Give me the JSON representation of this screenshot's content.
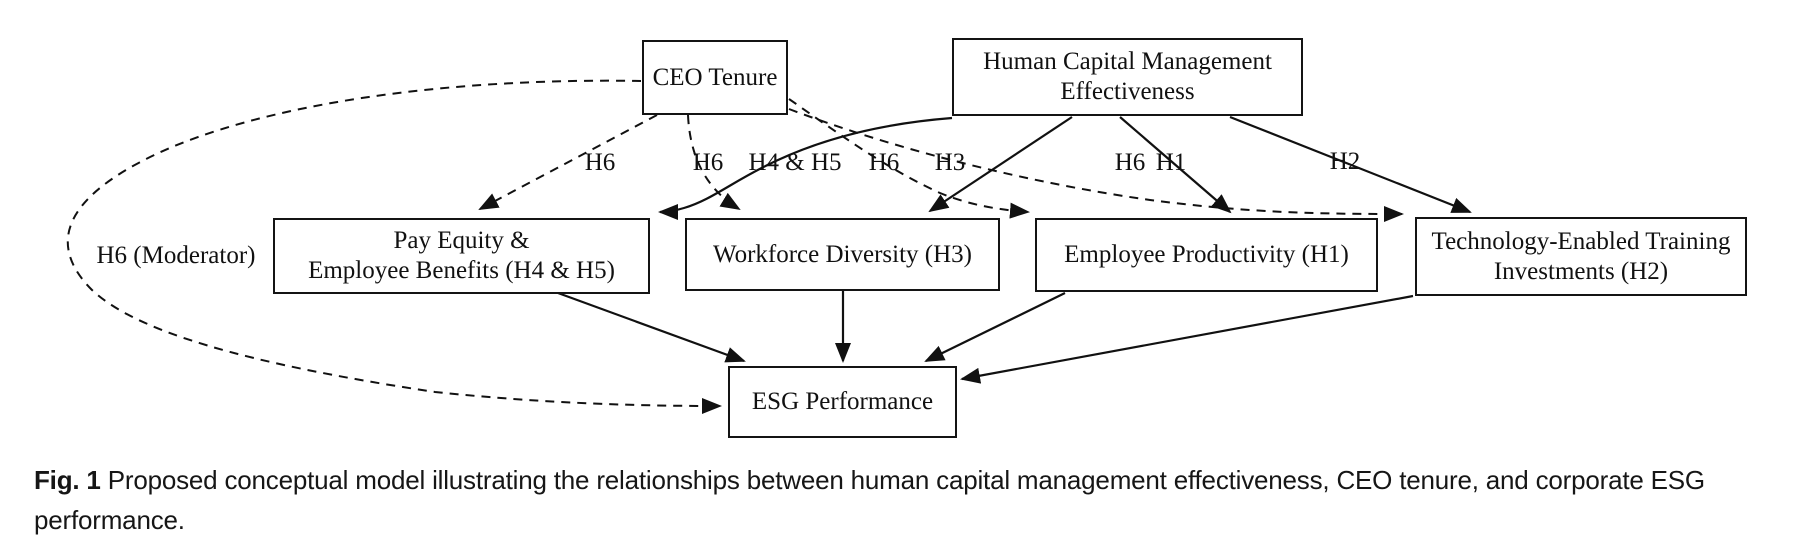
{
  "figure": {
    "title_hint": "Conceptual model diagram",
    "nodes": {
      "ceo_tenure": {
        "label": "CEO Tenure"
      },
      "hcm": {
        "label": "Human Capital Management\nEffectiveness"
      },
      "pay_equity": {
        "label": "Pay Equity &\nEmployee Benefits (H4 & H5)"
      },
      "workforce_diversity": {
        "label": "Workforce Diversity (H3)"
      },
      "employee_productivity": {
        "label": "Employee Productivity (H1)"
      },
      "tech_training": {
        "label": "Technology-Enabled Training\nInvestments (H2)"
      },
      "esg": {
        "label": "ESG Performance"
      }
    },
    "edge_labels": {
      "h6_pay": "H6",
      "h6_workforce": "H6",
      "h6_employee": "H6",
      "h6_tech": "H6",
      "h4h5": "H4 & H5",
      "h3": "H3",
      "h1": "H1",
      "h2": "H2",
      "h6_moderator": "H6 (Moderator)"
    },
    "edges": [
      {
        "from": "hcm",
        "to": "pay_equity",
        "style": "solid",
        "label": "H4 & H5"
      },
      {
        "from": "hcm",
        "to": "workforce_diversity",
        "style": "solid",
        "label": "H3"
      },
      {
        "from": "hcm",
        "to": "employee_productivity",
        "style": "solid",
        "label": "H1"
      },
      {
        "from": "hcm",
        "to": "tech_training",
        "style": "solid",
        "label": "H2"
      },
      {
        "from": "ceo_tenure",
        "to": "pay_equity",
        "style": "dashed",
        "label": "H6"
      },
      {
        "from": "ceo_tenure",
        "to": "workforce_diversity",
        "style": "dashed",
        "label": "H6"
      },
      {
        "from": "ceo_tenure",
        "to": "employee_productivity",
        "style": "dashed",
        "label": "H6"
      },
      {
        "from": "ceo_tenure",
        "to": "tech_training",
        "style": "dashed",
        "label": "H6"
      },
      {
        "from": "ceo_tenure",
        "to": "esg",
        "style": "dashed",
        "label": "H6 (Moderator)"
      },
      {
        "from": "pay_equity",
        "to": "esg",
        "style": "solid",
        "label": ""
      },
      {
        "from": "workforce_diversity",
        "to": "esg",
        "style": "solid",
        "label": ""
      },
      {
        "from": "employee_productivity",
        "to": "esg",
        "style": "solid",
        "label": ""
      },
      {
        "from": "tech_training",
        "to": "esg",
        "style": "solid",
        "label": ""
      }
    ],
    "colors": {
      "line": "#111111",
      "box_border": "#141414",
      "background": "#ffffff",
      "text": "#111111"
    }
  },
  "caption": {
    "prefix": "Fig. 1",
    "line1_rest": " Proposed conceptual model illustrating the relationships between human capital management effectiveness, CEO tenure, and corporate ESG",
    "line2": "performance."
  }
}
